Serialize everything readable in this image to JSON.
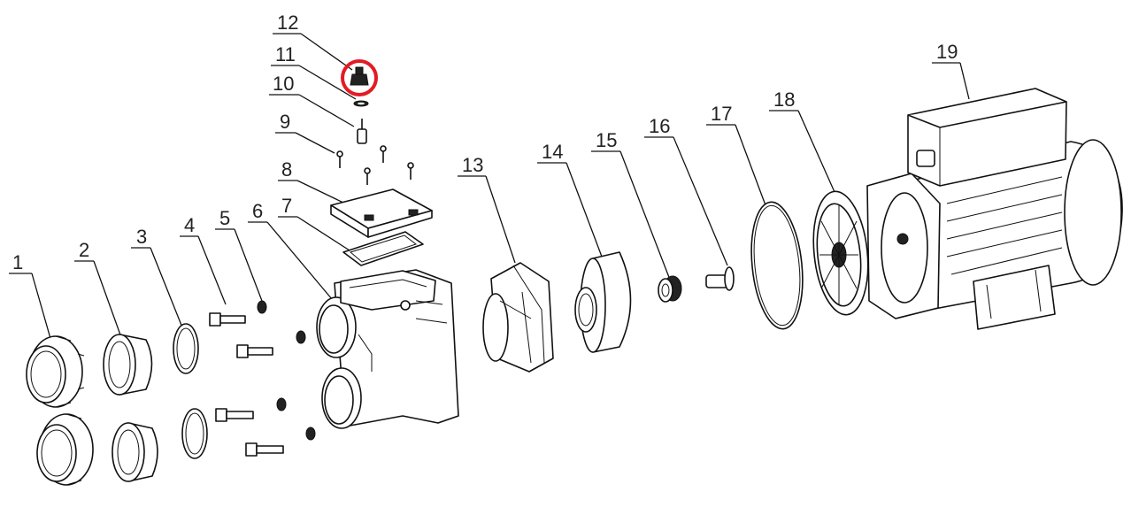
{
  "labels": [
    {
      "id": "1",
      "text": "1"
    },
    {
      "id": "2",
      "text": "2"
    },
    {
      "id": "3",
      "text": "3"
    },
    {
      "id": "4",
      "text": "4"
    },
    {
      "id": "5",
      "text": "5"
    },
    {
      "id": "6",
      "text": "6"
    },
    {
      "id": "7",
      "text": "7"
    },
    {
      "id": "8",
      "text": "8"
    },
    {
      "id": "9",
      "text": "9"
    },
    {
      "id": "10",
      "text": "10"
    },
    {
      "id": "11",
      "text": "11"
    },
    {
      "id": "12",
      "text": "12"
    },
    {
      "id": "13",
      "text": "13"
    },
    {
      "id": "14",
      "text": "14"
    },
    {
      "id": "15",
      "text": "15"
    },
    {
      "id": "16",
      "text": "16"
    },
    {
      "id": "17",
      "text": "17"
    },
    {
      "id": "18",
      "text": "18"
    },
    {
      "id": "19",
      "text": "19"
    }
  ],
  "colors": {
    "line": "#111111",
    "highlight": "#e31b23",
    "background": "#ffffff"
  }
}
